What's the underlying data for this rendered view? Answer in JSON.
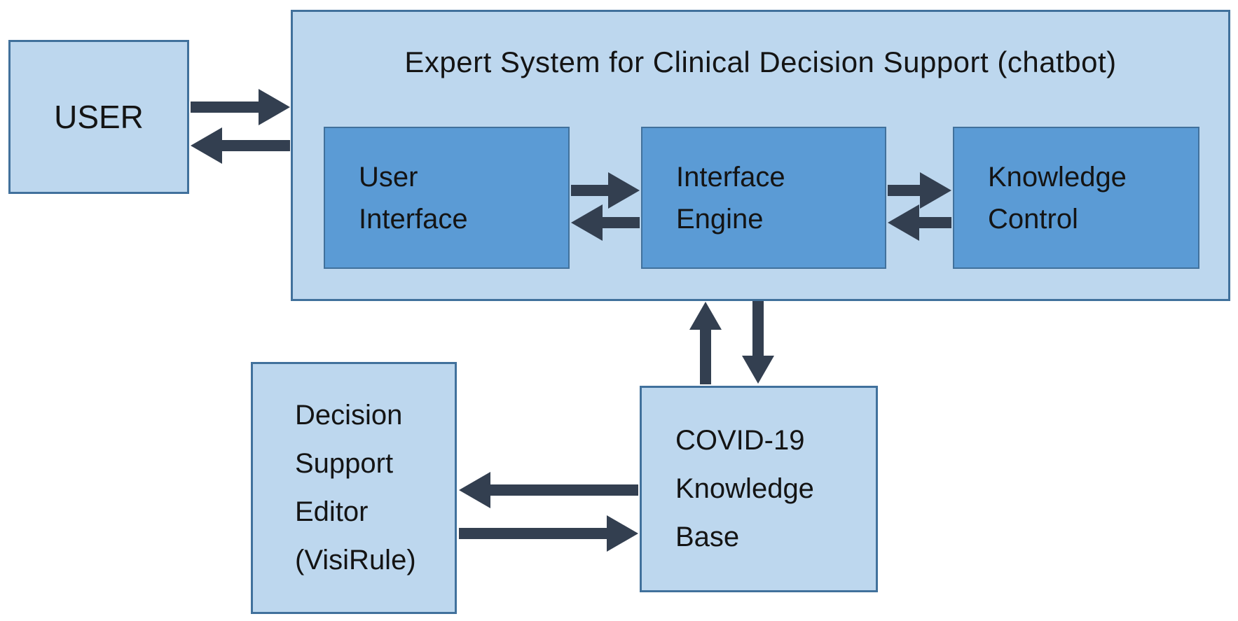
{
  "diagram": {
    "title": "Expert System for Clinical Decision Support (chatbot)",
    "nodes": {
      "user": "USER",
      "user_interface": "User\nInterface",
      "interface_engine": "Interface\nEngine",
      "knowledge_control": "Knowledge\nControl",
      "covid_knowledge_base": "COVID-19\nKnowledge\nBase",
      "decision_support_editor": "Decision\nSupport\nEditor\n(VisiRule)"
    },
    "edges": [
      {
        "from": "user",
        "to": "expert_system",
        "bidirectional": true
      },
      {
        "from": "user_interface",
        "to": "interface_engine",
        "bidirectional": true
      },
      {
        "from": "interface_engine",
        "to": "knowledge_control",
        "bidirectional": true
      },
      {
        "from": "expert_system",
        "to": "covid_knowledge_base",
        "bidirectional": true
      },
      {
        "from": "covid_knowledge_base",
        "to": "decision_support_editor",
        "bidirectional": true
      }
    ],
    "colors": {
      "light_fill": "#BDD7EE",
      "medium_fill": "#5B9BD5",
      "border": "#41719C",
      "arrow": "#333F50",
      "text": "#141414",
      "bg": "#FFFFFF"
    }
  }
}
